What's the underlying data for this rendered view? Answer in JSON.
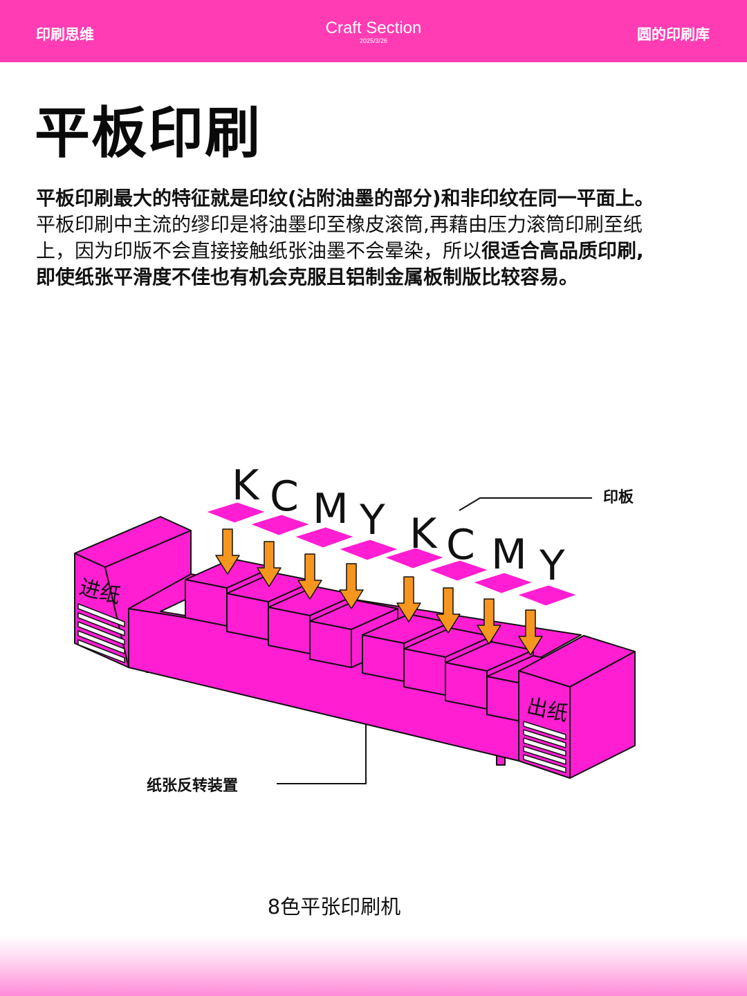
{
  "header": {
    "left": "印刷思维",
    "brand": "Craft Section",
    "date": "2025/3/26",
    "right": "圆的印刷库"
  },
  "title": "平板印刷",
  "description": {
    "line1": "平板印刷最大的特征就是印纹(沾附油墨的部分)和非印纹在同一平面上。",
    "line2": "平板印刷中主流的缪印是将油墨印至橡皮滚筒,再藉由压力滚筒印刷至纸",
    "line3_normal": "上，因为印版不会直接接触纸张油墨不会晕染，所以",
    "line3_bold": "很适合高品质印刷,",
    "line4": "即使纸张平滑度不佳也有机会克服且铝制金属板制版比较容易。"
  },
  "diagram": {
    "plate_letters": [
      "K",
      "C",
      "M",
      "Y",
      "K",
      "C",
      "M",
      "Y"
    ],
    "label_plate": "印板",
    "label_feed": "进纸",
    "label_out": "出纸",
    "label_reverser": "纸张反转装置"
  },
  "caption": "8色平张印刷机",
  "colors": {
    "brand_pink": "#ff3cb4",
    "machine_magenta": "#ff1ed2",
    "arrow_orange": "#f7961e"
  }
}
